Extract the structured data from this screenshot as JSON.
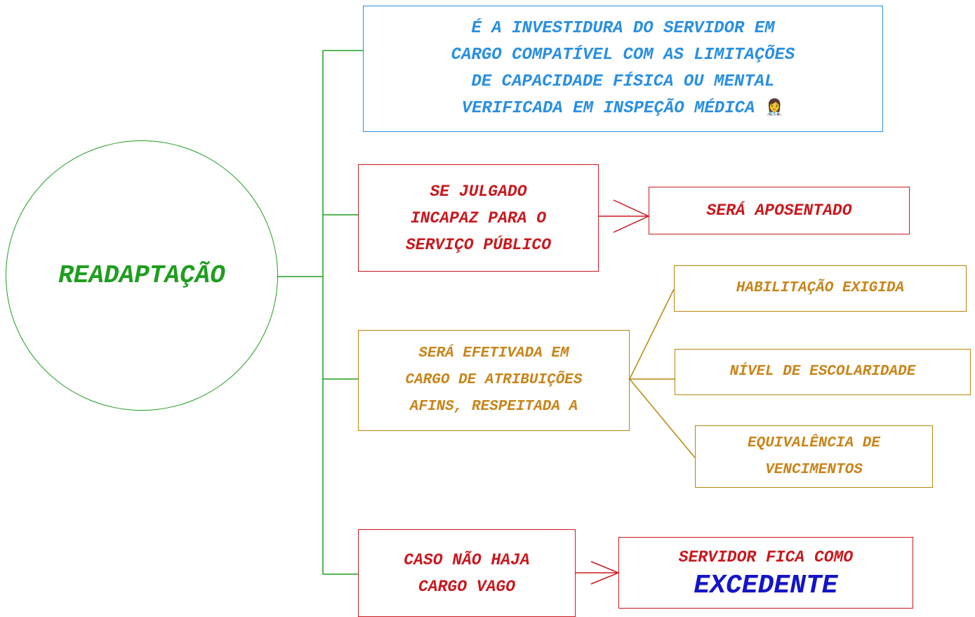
{
  "central": {
    "label": "READAPTAÇÃO"
  },
  "definition": {
    "lines": [
      "É A INVESTIDURA DO SERVIDOR EM",
      "CARGO COMPATÍVEL COM AS LIMITAÇÕES",
      "DE CAPACIDADE FÍSICA OU MENTAL",
      "VERIFICADA EM INSPEÇÃO MÉDICA"
    ],
    "emoji": "👩‍⚕️"
  },
  "incapaz": {
    "lines": [
      "SE JULGADO",
      "INCAPAZ PARA O",
      "SERVIÇO PÚBLICO"
    ],
    "result": "SERÁ APOSENTADO"
  },
  "efetivada": {
    "lines": [
      "SERÁ EFETIVADA EM",
      "CARGO DE ATRIBUIÇÕES",
      "AFINS, RESPEITADA A"
    ],
    "items": [
      {
        "lines": [
          "HABILITAÇÃO EXIGIDA"
        ]
      },
      {
        "lines": [
          "NÍVEL DE ESCOLARIDADE"
        ]
      },
      {
        "lines": [
          "EQUIVALÊNCIA DE",
          "VENCIMENTOS"
        ]
      }
    ]
  },
  "sem_cargo": {
    "lines": [
      "CASO NÃO HAJA",
      "CARGO VAGO"
    ],
    "result_line": "SERVIDOR FICA COMO",
    "result_emphasis": "EXCEDENTE"
  },
  "colors": {
    "green": "#1f9e1f",
    "blue": "#2a8fe0",
    "red": "#c8191e",
    "gold": "#b8860b",
    "emphasis": "#1414c8"
  }
}
